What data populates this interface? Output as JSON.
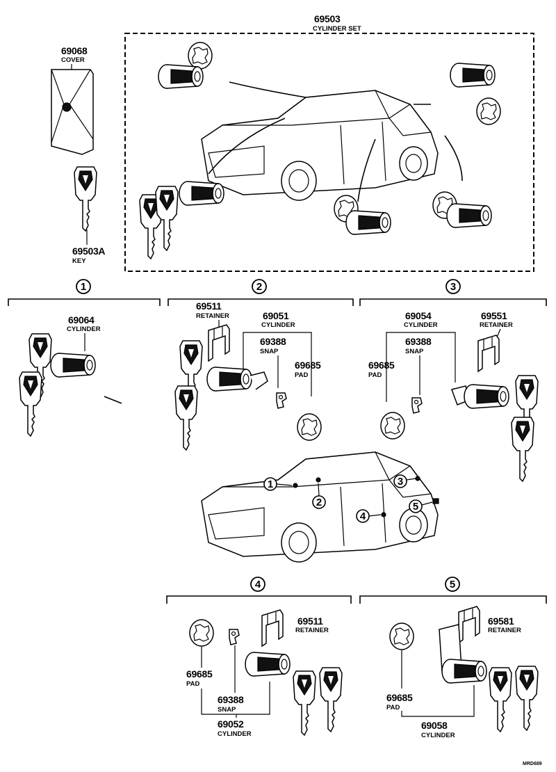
{
  "top": {
    "set_number": "69503",
    "set_label": "CYLINDER SET",
    "cover_number": "69068",
    "cover_label": "COVER",
    "key_number": "69503A",
    "key_label": "KEY"
  },
  "group1": {
    "circle": "1",
    "cyl_number": "69064",
    "cyl_label": "CYLINDER"
  },
  "group2": {
    "circle": "2",
    "retainer_number": "69511",
    "retainer_label": "RETAINER",
    "cyl_number": "69051",
    "cyl_label": "CYLINDER",
    "snap_number": "69388",
    "snap_label": "SNAP",
    "pad_number": "69685",
    "pad_label": "PAD"
  },
  "group3": {
    "circle": "3",
    "cyl_number": "69054",
    "cyl_label": "CYLINDER",
    "retainer_number": "69551",
    "retainer_label": "RETAINER",
    "snap_number": "69388",
    "snap_label": "SNAP",
    "pad_number": "69685",
    "pad_label": "PAD"
  },
  "car_callouts": [
    "1",
    "2",
    "3",
    "4",
    "5"
  ],
  "group4": {
    "circle": "4",
    "retainer_number": "69511",
    "retainer_label": "RETAINER",
    "pad_number": "69685",
    "pad_label": "PAD",
    "snap_number": "69388",
    "snap_label": "SNAP",
    "cyl_number": "69052",
    "cyl_label": "CYLINDER"
  },
  "group5": {
    "circle": "5",
    "retainer_number": "69581",
    "retainer_label": "RETAINER",
    "pad_number": "69685",
    "pad_label": "PAD",
    "cyl_number": "69058",
    "cyl_label": "CYLINDER"
  },
  "footer_code": "MRD689"
}
